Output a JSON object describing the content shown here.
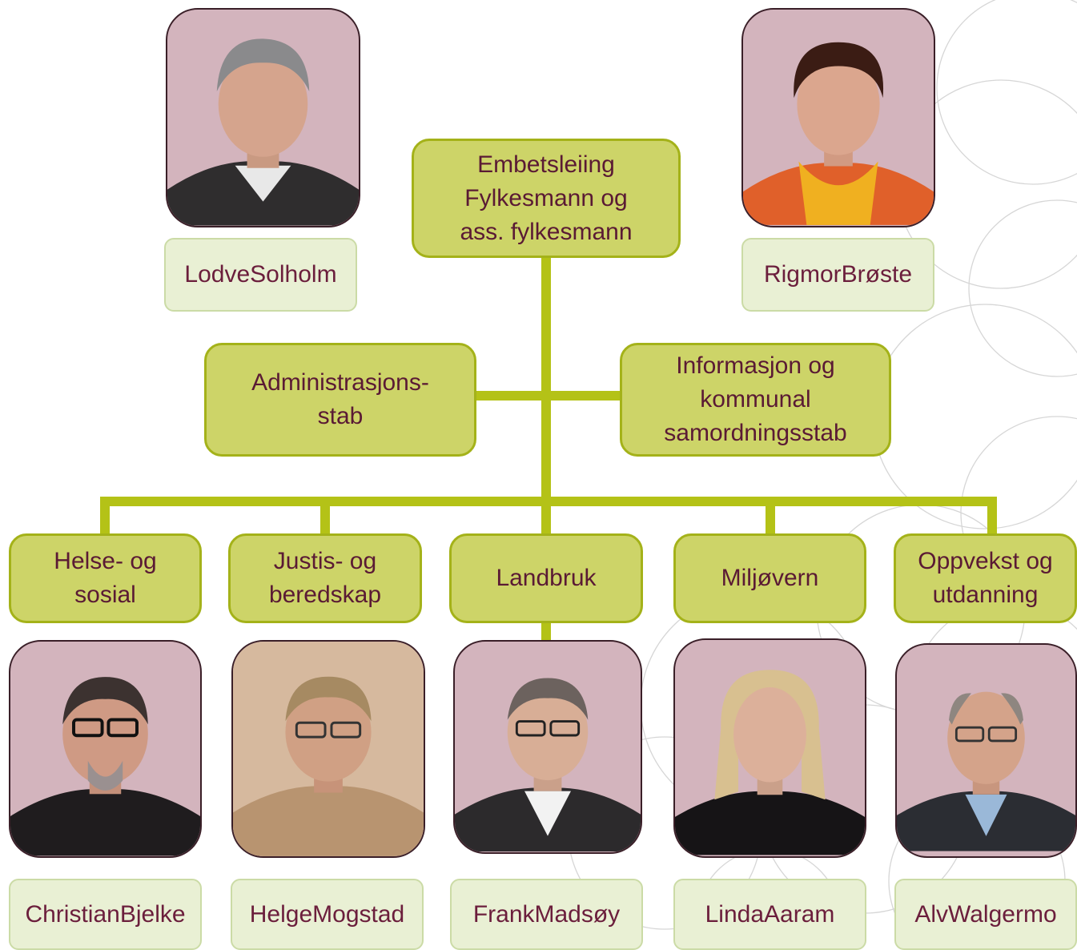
{
  "top": {
    "title": "Embetsleiing\nFylkesmann og\nass. fylkesmann"
  },
  "leaders": [
    {
      "name": "Lodve\nSolholm"
    },
    {
      "name": "Rigmor\nBrøste"
    }
  ],
  "staffs": [
    {
      "label": "Administrasjons-\nstab"
    },
    {
      "label": "Informasjon og\nkommunal\nsamordningsstab"
    }
  ],
  "departments": [
    {
      "label": "Helse- og\nsosial",
      "head": "Christian\nBjelke"
    },
    {
      "label": "Justis- og\nberedskap",
      "head": "Helge\nMogstad"
    },
    {
      "label": "Landbruk",
      "head": "Frank\nMadsøy"
    },
    {
      "label": "Miljøvern",
      "head": "Linda\nAaram"
    },
    {
      "label": "Oppvekst og\nutdanning",
      "head": "Alv\nWalgermo"
    }
  ],
  "colors": {
    "box_fill": "#cdd468",
    "box_border": "#a4b219",
    "connector": "#b4c217",
    "text": "#5a1a34",
    "name_fill": "#e9f0d4",
    "photo_background": "#d3b4bd"
  }
}
